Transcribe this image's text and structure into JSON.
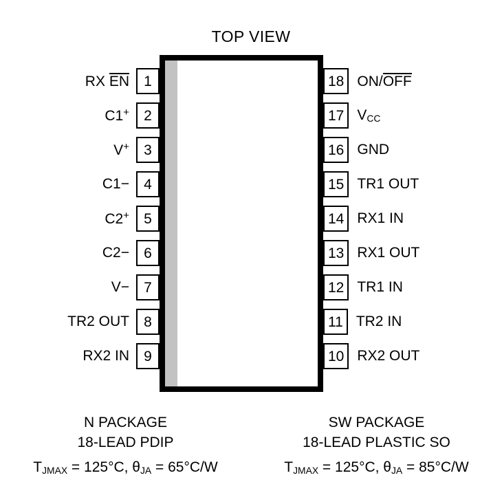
{
  "title": "TOP VIEW",
  "package": {
    "notch_color": "#c2c2c2",
    "outline_color": "#000000"
  },
  "pins_left": [
    {
      "number": "1",
      "label": "RX EN",
      "label_parts": {
        "plain": "RX ",
        "overbar": "EN"
      }
    },
    {
      "number": "2",
      "label": "C1+",
      "label_parts": {
        "plain": "C1",
        "sup": "+"
      }
    },
    {
      "number": "3",
      "label": "V+",
      "label_parts": {
        "plain": "V",
        "sup": "+"
      }
    },
    {
      "number": "4",
      "label": "C1−",
      "label_parts": {
        "plain": "C1",
        "minus": "−"
      }
    },
    {
      "number": "5",
      "label": "C2+",
      "label_parts": {
        "plain": "C2",
        "sup": "+"
      }
    },
    {
      "number": "6",
      "label": "C2−",
      "label_parts": {
        "plain": "C2",
        "minus": "−"
      }
    },
    {
      "number": "7",
      "label": "V−",
      "label_parts": {
        "plain": "V",
        "minus": "−"
      }
    },
    {
      "number": "8",
      "label": "TR2 OUT",
      "label_parts": {
        "plain": "TR2 OUT"
      }
    },
    {
      "number": "9",
      "label": "RX2 IN",
      "label_parts": {
        "plain": "RX2 IN"
      }
    }
  ],
  "pins_right": [
    {
      "number": "18",
      "label": "ON/OFF",
      "label_parts": {
        "plain": "ON/",
        "overbar": "OFF"
      }
    },
    {
      "number": "17",
      "label": "VCC",
      "label_parts": {
        "plain": "V",
        "sub": "CC"
      }
    },
    {
      "number": "16",
      "label": "GND",
      "label_parts": {
        "plain": "GND"
      }
    },
    {
      "number": "15",
      "label": "TR1 OUT",
      "label_parts": {
        "plain": "TR1 OUT"
      }
    },
    {
      "number": "14",
      "label": "RX1 IN",
      "label_parts": {
        "plain": "RX1 IN"
      }
    },
    {
      "number": "13",
      "label": "RX1 OUT",
      "label_parts": {
        "plain": "RX1 OUT"
      }
    },
    {
      "number": "12",
      "label": "TR1 IN",
      "label_parts": {
        "plain": "TR1 IN"
      }
    },
    {
      "number": "11",
      "label": "TR2 IN",
      "label_parts": {
        "plain": "TR2 IN"
      }
    },
    {
      "number": "10",
      "label": "RX2 OUT",
      "label_parts": {
        "plain": "RX2 OUT"
      }
    }
  ],
  "caption_left": {
    "line1": "N PACKAGE",
    "line2": "18-LEAD PDIP",
    "thermal": {
      "t_symbol": "T",
      "t_sub": "JMAX",
      "t_value": " = 125°C, ",
      "theta_symbol": "θ",
      "theta_sub": "JA",
      "theta_value": " = 65°C/W"
    }
  },
  "caption_right": {
    "line1": "SW PACKAGE",
    "line2": "18-LEAD PLASTIC SO",
    "thermal": {
      "t_symbol": "T",
      "t_sub": "JMAX",
      "t_value": " = 125°C, ",
      "theta_symbol": "θ",
      "theta_sub": "JA",
      "theta_value": " = 85°C/W"
    }
  }
}
